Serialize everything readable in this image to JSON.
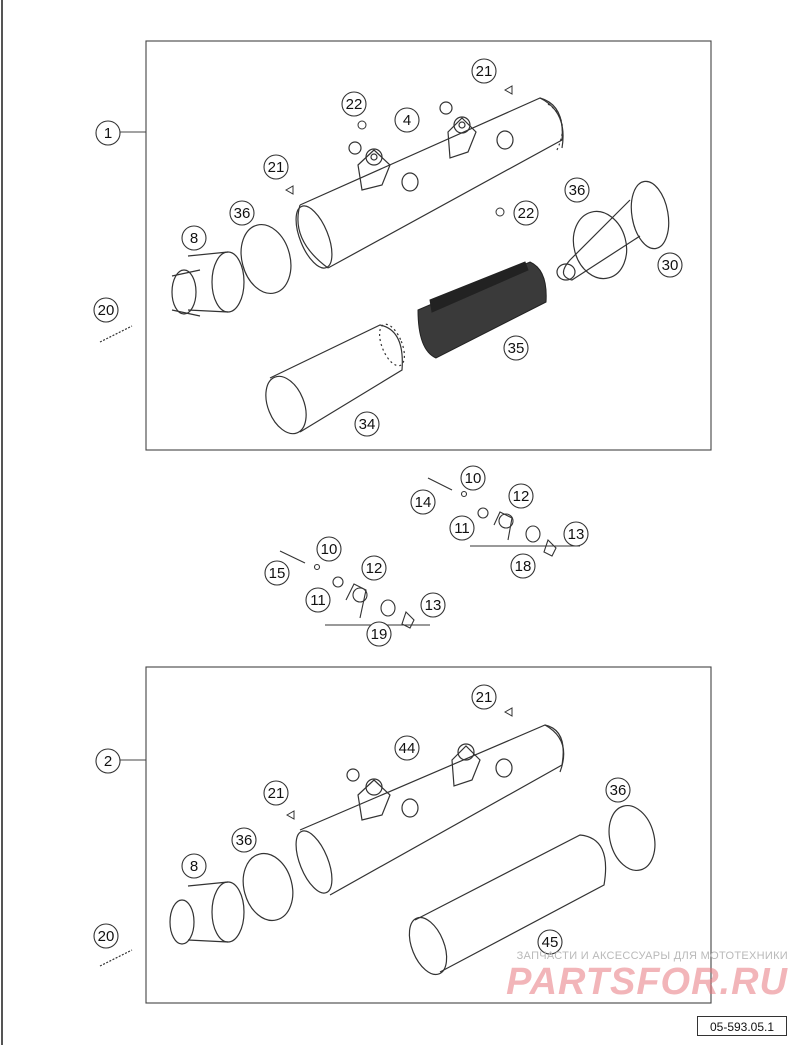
{
  "diagram": {
    "reference_code": "05-593.05.1",
    "labels": [
      "1",
      "2",
      "4",
      "8",
      "10",
      "11",
      "12",
      "13",
      "14",
      "15",
      "18",
      "19",
      "20",
      "21",
      "22",
      "30",
      "34",
      "35",
      "36",
      "44",
      "45"
    ]
  },
  "watermark": {
    "tagline": "ЗАПЧАСТИ И АКСЕССУАРЫ ДЛЯ МОТОТЕХНИКИ",
    "brand": "PARTSFOR.RU"
  },
  "colors": {
    "line": "#333333",
    "watermark_red": "#e77880"
  }
}
